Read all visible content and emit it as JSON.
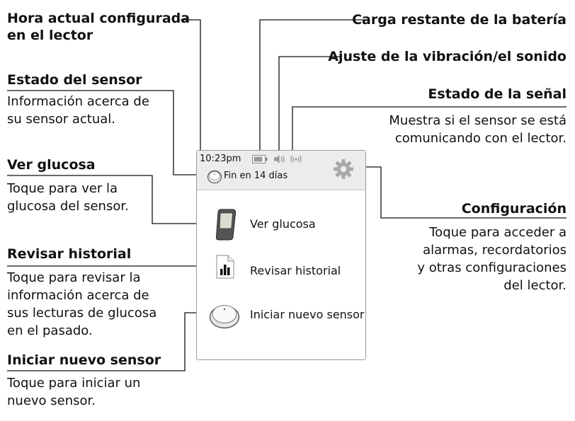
{
  "callouts": {
    "time": {
      "title": "Hora actual configurada\nen el lector"
    },
    "sensor": {
      "title": "Estado del sensor",
      "desc": "Información acerca de\nsu sensor actual."
    },
    "glucose": {
      "title": "Ver glucosa",
      "desc": "Toque para ver la\nglucosa del sensor."
    },
    "history": {
      "title": "Revisar historial",
      "desc": "Toque para revisar la\ninformación acerca de\nsus lecturas de glucosa\nen el pasado."
    },
    "start": {
      "title": "Iniciar nuevo sensor",
      "desc": "Toque para iniciar un\nnuevo sensor."
    },
    "battery": {
      "title": "Carga restante de la batería"
    },
    "vibration": {
      "title": "Ajuste de la vibración/el sonido"
    },
    "signal": {
      "title": "Estado de la señal",
      "desc": "Muestra si el sensor se está\ncomunicando con el lector."
    },
    "settings": {
      "title": "Configuración",
      "desc": "Toque para acceder a\nalarmas, recordatorios\ny otras configuraciones\ndel lector."
    }
  },
  "device": {
    "time": "10:23pm",
    "status": "Fin en 14 días",
    "menu": {
      "glucose": "Ver glucosa",
      "history": "Revisar historial",
      "start": "Iniciar nuevo sensor"
    }
  },
  "icons": [
    "battery-icon",
    "speaker-icon",
    "signal-icon",
    "sensor-icon",
    "gear-icon",
    "reader-device-icon",
    "document-chart-icon",
    "sensor-disc-icon"
  ]
}
